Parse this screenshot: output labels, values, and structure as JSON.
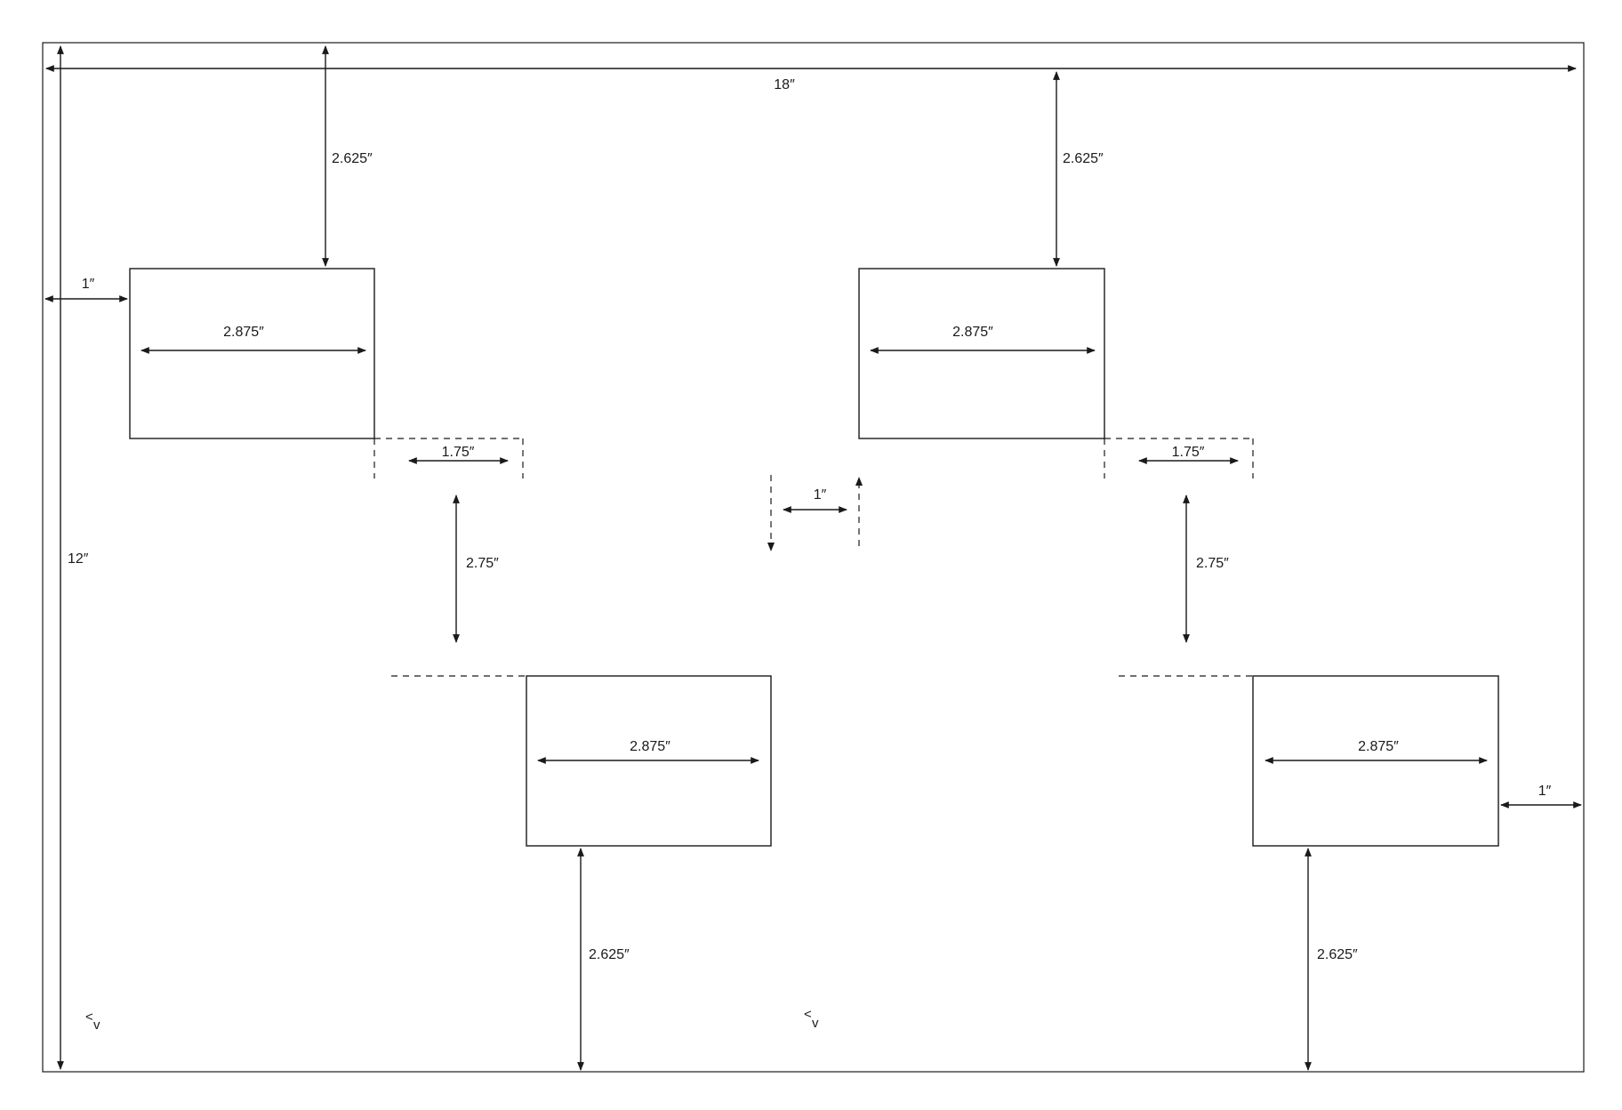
{
  "sheet": {
    "width_label": "18″",
    "height_label": "12″"
  },
  "dimensions": {
    "top_gap_left": "2.625″",
    "top_gap_right": "2.625″",
    "left_margin": "1″",
    "right_margin": "1″",
    "center_gap": "1″",
    "stagger_left": "1.75″",
    "stagger_right": "1.75″",
    "vertical_gap_left": "2.75″",
    "vertical_gap_right": "2.75″",
    "bottom_gap_left": "2.625″",
    "bottom_gap_right": "2.625″"
  },
  "panels": [
    {
      "id": "top-left",
      "width_label": "2.875″"
    },
    {
      "id": "top-right",
      "width_label": "2.875″"
    },
    {
      "id": "bottom-left",
      "width_label": "2.875″"
    },
    {
      "id": "bottom-right",
      "width_label": "2.875″"
    }
  ],
  "corner_marks": [
    {
      "id": "left",
      "top": "<",
      "bottom": "v"
    },
    {
      "id": "center",
      "top": "<",
      "bottom": "v"
    }
  ],
  "colors": {
    "ink": "#1a1a1a",
    "paper": "#ffffff"
  }
}
